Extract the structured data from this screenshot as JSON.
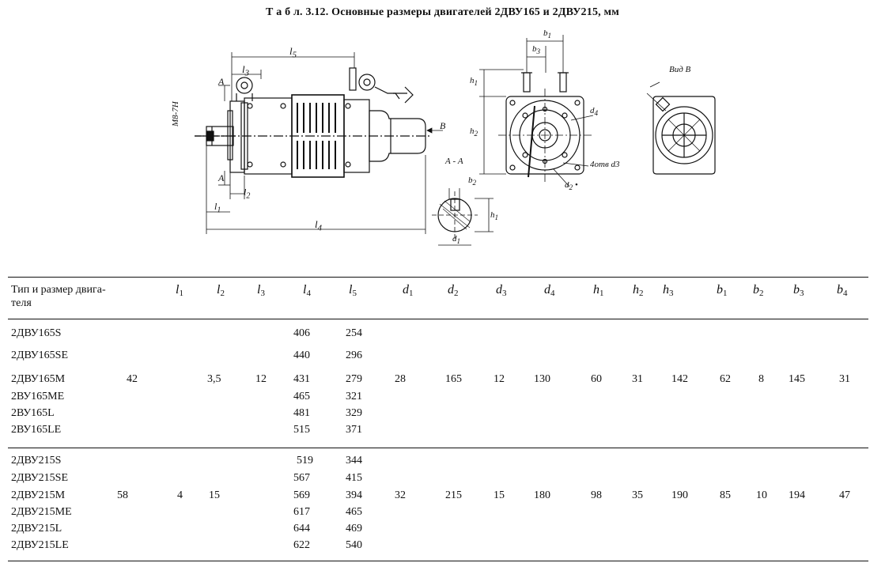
{
  "caption": "Т а б л. 3.12.  Основные размеры двигателей 2ДВУ165 и 2ДВУ215, мм",
  "drawing": {
    "labels": {
      "l5": "l5",
      "l3": "l3",
      "thread": "М8-7Н",
      "A_top": "A",
      "A_bot": "A",
      "l2": "l2",
      "l1": "l1",
      "l4": "l4",
      "B_arrow": "В",
      "section": "А - А",
      "b2": "b2",
      "h1": "h1",
      "d1": "d1",
      "b1": "b1",
      "b3": "b3",
      "h2": "h2",
      "d4": "d4",
      "holes": "4отв d3",
      "d2": "d2",
      "view": "Вид В"
    }
  },
  "table": {
    "header_label": "Тип и размер двига-\nтеля",
    "columns": [
      {
        "base": "l",
        "sub": "1"
      },
      {
        "base": "l",
        "sub": "2"
      },
      {
        "base": "l",
        "sub": "3"
      },
      {
        "base": "l",
        "sub": "4"
      },
      {
        "base": "l",
        "sub": "5"
      },
      {
        "base": "d",
        "sub": "1"
      },
      {
        "base": "d",
        "sub": "2"
      },
      {
        "base": "d",
        "sub": "3"
      },
      {
        "base": "d",
        "sub": "4"
      },
      {
        "base": "h",
        "sub": "1"
      },
      {
        "base": "h",
        "sub": "2"
      },
      {
        "base": "h",
        "sub": "3"
      },
      {
        "base": "b",
        "sub": "1"
      },
      {
        "base": "b",
        "sub": "2"
      },
      {
        "base": "b",
        "sub": "3"
      },
      {
        "base": "b",
        "sub": "4"
      }
    ],
    "groups": [
      {
        "types": [
          "2ДВУ165S",
          "2ДВУ165SE",
          "2ДВУ165M",
          "2ВУ165ME",
          "2ВУ165L",
          "2ВУ165LE"
        ],
        "l4": [
          "406",
          "440",
          "431",
          "465",
          "481",
          "515"
        ],
        "l5": [
          "254",
          "296",
          "279",
          "321",
          "329",
          "371"
        ],
        "common": {
          "l1": "42",
          "l2": "3,5",
          "l3": "12",
          "d1": "28",
          "d2": "165",
          "d3": "12",
          "d4": "130",
          "h1": "60",
          "h2": "31",
          "h3": "142",
          "b1": "62",
          "b2": "8",
          "b3": "145",
          "b4": "31"
        }
      },
      {
        "types": [
          "2ДВУ215S",
          "2ДВУ215SE",
          "2ДВУ215M",
          "2ДВУ215ME",
          "2ДВУ215L",
          "2ДВУ215LE"
        ],
        "l4": [
          "519",
          "567",
          "569",
          "617",
          "644",
          "622"
        ],
        "l5": [
          "344",
          "415",
          "394",
          "465",
          "469",
          "540"
        ],
        "common": {
          "l1": "58",
          "l2": "4",
          "l3": "15",
          "d1": "32",
          "d2": "215",
          "d3": "15",
          "d4": "180",
          "h1": "98",
          "h2": "35",
          "h3": "190",
          "b1": "85",
          "b2": "10",
          "b3": "194",
          "b4": "47"
        }
      }
    ]
  }
}
